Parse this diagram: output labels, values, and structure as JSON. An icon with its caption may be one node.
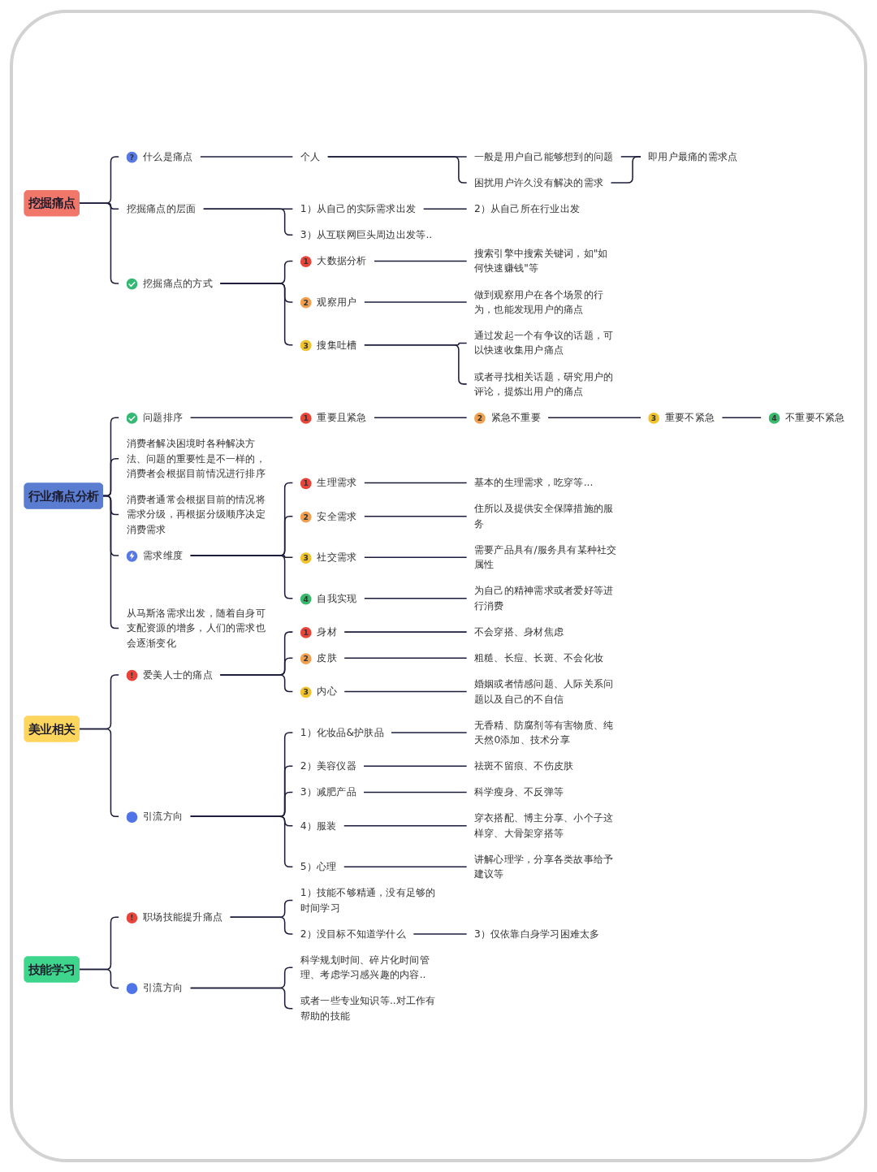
{
  "diagram": {
    "nodes": [
      {
        "text": [
          "挖掘痛点"
        ]
      },
      {
        "text": [
          "?",
          "什么是痛点"
        ]
      },
      {
        "text": [
          "个人"
        ]
      },
      {
        "text": [
          "一般是用户自己能够想到的问题"
        ]
      },
      {
        "text": [
          "困扰用户许久没有解决的需求"
        ]
      },
      {
        "text": [
          "即用户最痛的需求点"
        ]
      },
      {
        "text": [
          "挖掘痛点的层面"
        ]
      },
      {
        "text": [
          "1）从自己的实际需求出发"
        ]
      },
      {
        "text": [
          "2）从自己所在行业出发"
        ]
      },
      {
        "text": [
          "3）从互联网巨头周边出发等.."
        ]
      },
      {
        "text": [
          "挖掘痛点的方式"
        ]
      },
      {
        "text": [
          "1",
          "大数据分析"
        ]
      },
      {
        "text": [
          "搜索引擎中搜索关键词，如\"如何快速赚钱\"等"
        ]
      },
      {
        "text": [
          "2",
          "观察用户"
        ]
      },
      {
        "text": [
          "做到观察用户在各个场景的行为，也能发现用户的痛点"
        ]
      },
      {
        "text": [
          "3",
          "搜集吐槽"
        ]
      },
      {
        "text": [
          "通过发起一个有争议的话题，可以快速收集用户痛点"
        ]
      },
      {
        "text": [
          "或者寻找相关话题，研究用户的评论，提炼出用户的痛点"
        ]
      },
      {
        "text": [
          "行业痛点分析"
        ]
      },
      {
        "text": [
          "问题排序"
        ]
      },
      {
        "text": [
          "1",
          "重要且紧急"
        ]
      },
      {
        "text": [
          "2",
          "紧急不重要"
        ]
      },
      {
        "text": [
          "3",
          "重要不紧急"
        ]
      },
      {
        "text": [
          "4",
          "不重要不紧急"
        ]
      },
      {
        "text": [
          "消费者解决困境时各种解决方法、问题的重要性是不一样的，消费者会根据目前情况进行排序"
        ]
      },
      {
        "text": [
          "消费者通常会根据目前的情况将需求分级，再根据分级顺序决定消费需求"
        ]
      },
      {
        "text": [
          "需求维度"
        ]
      },
      {
        "text": [
          "1",
          "生理需求"
        ]
      },
      {
        "text": [
          "基本的生理需求，吃穿等..."
        ]
      },
      {
        "text": [
          "2",
          "安全需求"
        ]
      },
      {
        "text": [
          "住所以及提供安全保障措施的服务"
        ]
      },
      {
        "text": [
          "3",
          "社交需求"
        ]
      },
      {
        "text": [
          "需要产品具有/服务具有某种社交属性"
        ]
      },
      {
        "text": [
          "4",
          "自我实现"
        ]
      },
      {
        "text": [
          "为自己的精神需求或者爱好等进行消费"
        ]
      },
      {
        "text": [
          "从马斯洛需求出发，随着自身可支配资源的增多，人们的需求也会逐渐变化"
        ]
      },
      {
        "text": [
          "美业相关"
        ]
      },
      {
        "text": [
          "!",
          "爱美人士的痛点"
        ]
      },
      {
        "text": [
          "1",
          "身材"
        ]
      },
      {
        "text": [
          "不会穿搭、身材焦虑"
        ]
      },
      {
        "text": [
          "2",
          "皮肤"
        ]
      },
      {
        "text": [
          "粗糙、长痘、长斑、不会化妆"
        ]
      },
      {
        "text": [
          "3",
          "内心"
        ]
      },
      {
        "text": [
          "婚姻或者情感问题、人际关系问题以及自己的不自信"
        ]
      },
      {
        "text": [
          "引流方向"
        ]
      },
      {
        "text": [
          "1）化妆品&护肤品"
        ]
      },
      {
        "text": [
          "无香精、防腐剂等有害物质、纯天然0添加、技术分享"
        ]
      },
      {
        "text": [
          "2）美容仪器"
        ]
      },
      {
        "text": [
          "祛斑不留痕、不伤皮肤"
        ]
      },
      {
        "text": [
          "3）减肥产品"
        ]
      },
      {
        "text": [
          "科学瘦身、不反弹等"
        ]
      },
      {
        "text": [
          "4）服装"
        ]
      },
      {
        "text": [
          "穿衣搭配、博主分享、小个子这样穿、大骨架穿搭等"
        ]
      },
      {
        "text": [
          "5）心理"
        ]
      },
      {
        "text": [
          "讲解心理学，分享各类故事给予建议等"
        ]
      },
      {
        "text": [
          "技能学习"
        ]
      },
      {
        "text": [
          "!",
          "职场技能提升痛点"
        ]
      },
      {
        "text": [
          "1）技能不够精通，没有足够的时间学习"
        ]
      },
      {
        "text": [
          "2）没目标不知道学什么"
        ]
      },
      {
        "text": [
          "3）仅依靠白身学习困难太多"
        ]
      },
      {
        "text": [
          "引流方向"
        ]
      },
      {
        "text": [
          "科学规划时间、碎片化时间管理、考虑学习感兴趣的内容.."
        ]
      },
      {
        "text": [
          "或者一些专业知识等..对工作有帮助的技能"
        ]
      }
    ],
    "edges": [
      {
        "from": 0,
        "to": 1,
        "arrow": "none"
      },
      {
        "from": 1,
        "to": 2,
        "arrow": "none"
      },
      {
        "from": 2,
        "to": 3,
        "arrow": "none"
      },
      {
        "from": 2,
        "to": 4,
        "arrow": "none"
      },
      {
        "from": 3,
        "to": 5,
        "arrow": "none"
      },
      {
        "from": 4,
        "to": 5,
        "arrow": "none"
      },
      {
        "from": 0,
        "to": 6,
        "arrow": "none"
      },
      {
        "from": 6,
        "to": 7,
        "arrow": "none"
      },
      {
        "from": 7,
        "to": 8,
        "arrow": "none"
      },
      {
        "from": 6,
        "to": 9,
        "arrow": "none"
      },
      {
        "from": 0,
        "to": 10,
        "arrow": "none"
      },
      {
        "from": 10,
        "to": 11,
        "arrow": "none"
      },
      {
        "from": 11,
        "to": 12,
        "arrow": "none"
      },
      {
        "from": 10,
        "to": 13,
        "arrow": "none"
      },
      {
        "from": 13,
        "to": 14,
        "arrow": "none"
      },
      {
        "from": 10,
        "to": 15,
        "arrow": "none"
      },
      {
        "from": 15,
        "to": 16,
        "arrow": "none"
      },
      {
        "from": 15,
        "to": 17,
        "arrow": "none"
      },
      {
        "from": 18,
        "to": 19,
        "arrow": "none"
      },
      {
        "from": 19,
        "to": 20,
        "arrow": "none"
      },
      {
        "from": 20,
        "to": 21,
        "arrow": "none"
      },
      {
        "from": 21,
        "to": 22,
        "arrow": "none"
      },
      {
        "from": 22,
        "to": 23,
        "arrow": "none"
      },
      {
        "from": 18,
        "to": 24,
        "arrow": "none"
      },
      {
        "from": 18,
        "to": 25,
        "arrow": "none"
      },
      {
        "from": 18,
        "to": 26,
        "arrow": "none"
      },
      {
        "from": 26,
        "to": 27,
        "arrow": "none"
      },
      {
        "from": 27,
        "to": 28,
        "arrow": "none"
      },
      {
        "from": 26,
        "to": 29,
        "arrow": "none"
      },
      {
        "from": 29,
        "to": 30,
        "arrow": "none"
      },
      {
        "from": 26,
        "to": 31,
        "arrow": "none"
      },
      {
        "from": 31,
        "to": 32,
        "arrow": "none"
      },
      {
        "from": 26,
        "to": 33,
        "arrow": "none"
      },
      {
        "from": 33,
        "to": 34,
        "arrow": "none"
      },
      {
        "from": 18,
        "to": 35,
        "arrow": "none"
      },
      {
        "from": 36,
        "to": 37,
        "arrow": "none"
      },
      {
        "from": 37,
        "to": 38,
        "arrow": "none"
      },
      {
        "from": 38,
        "to": 39,
        "arrow": "none"
      },
      {
        "from": 37,
        "to": 40,
        "arrow": "none"
      },
      {
        "from": 40,
        "to": 41,
        "arrow": "none"
      },
      {
        "from": 37,
        "to": 42,
        "arrow": "none"
      },
      {
        "from": 42,
        "to": 43,
        "arrow": "none"
      },
      {
        "from": 36,
        "to": 44,
        "arrow": "none"
      },
      {
        "from": 44,
        "to": 45,
        "arrow": "none"
      },
      {
        "from": 45,
        "to": 46,
        "arrow": "none"
      },
      {
        "from": 44,
        "to": 47,
        "arrow": "none"
      },
      {
        "from": 47,
        "to": 48,
        "arrow": "none"
      },
      {
        "from": 44,
        "to": 49,
        "arrow": "none"
      },
      {
        "from": 49,
        "to": 50,
        "arrow": "none"
      },
      {
        "from": 44,
        "to": 51,
        "arrow": "none"
      },
      {
        "from": 51,
        "to": 52,
        "arrow": "none"
      },
      {
        "from": 44,
        "to": 53,
        "arrow": "none"
      },
      {
        "from": 53,
        "to": 54,
        "arrow": "none"
      },
      {
        "from": 55,
        "to": 56,
        "arrow": "none"
      },
      {
        "from": 56,
        "to": 57,
        "arrow": "none"
      },
      {
        "from": 56,
        "to": 58,
        "arrow": "none"
      },
      {
        "from": 58,
        "to": 59,
        "arrow": "none"
      },
      {
        "from": 55,
        "to": 60,
        "arrow": "none"
      },
      {
        "from": 60,
        "to": 61,
        "arrow": "none"
      },
      {
        "from": 60,
        "to": 62,
        "arrow": "none"
      }
    ]
  }
}
